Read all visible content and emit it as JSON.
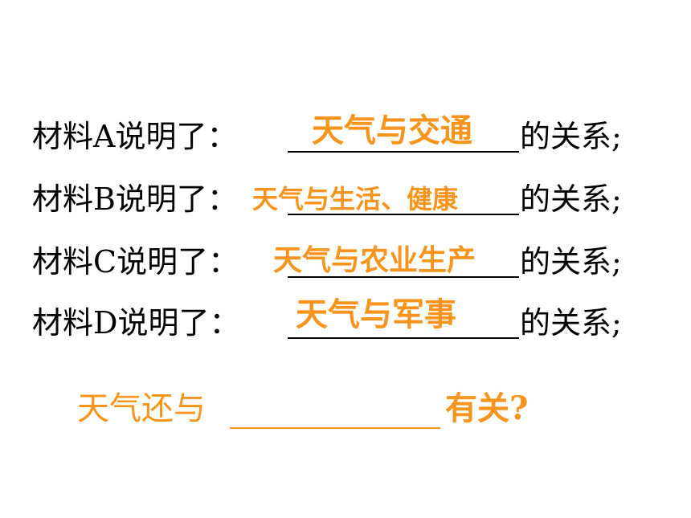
{
  "rows": [
    {
      "prefix": "材料A说明了：",
      "answer": "天气与交通",
      "suffix": "的关系;"
    },
    {
      "prefix": "材料B说明了：",
      "answer": "天气与生活、健康",
      "suffix": "的关系;"
    },
    {
      "prefix": "材料C说明了：",
      "answer": "天气与农业生产",
      "suffix": "的关系;"
    },
    {
      "prefix": "材料D说明了：",
      "answer": "天气与军事",
      "suffix": "的关系;"
    }
  ],
  "question": {
    "prefix": "天气还与",
    "suffix": "有关?"
  },
  "colors": {
    "text": "#000000",
    "accent": "#f7941d",
    "background": "#ffffff"
  }
}
